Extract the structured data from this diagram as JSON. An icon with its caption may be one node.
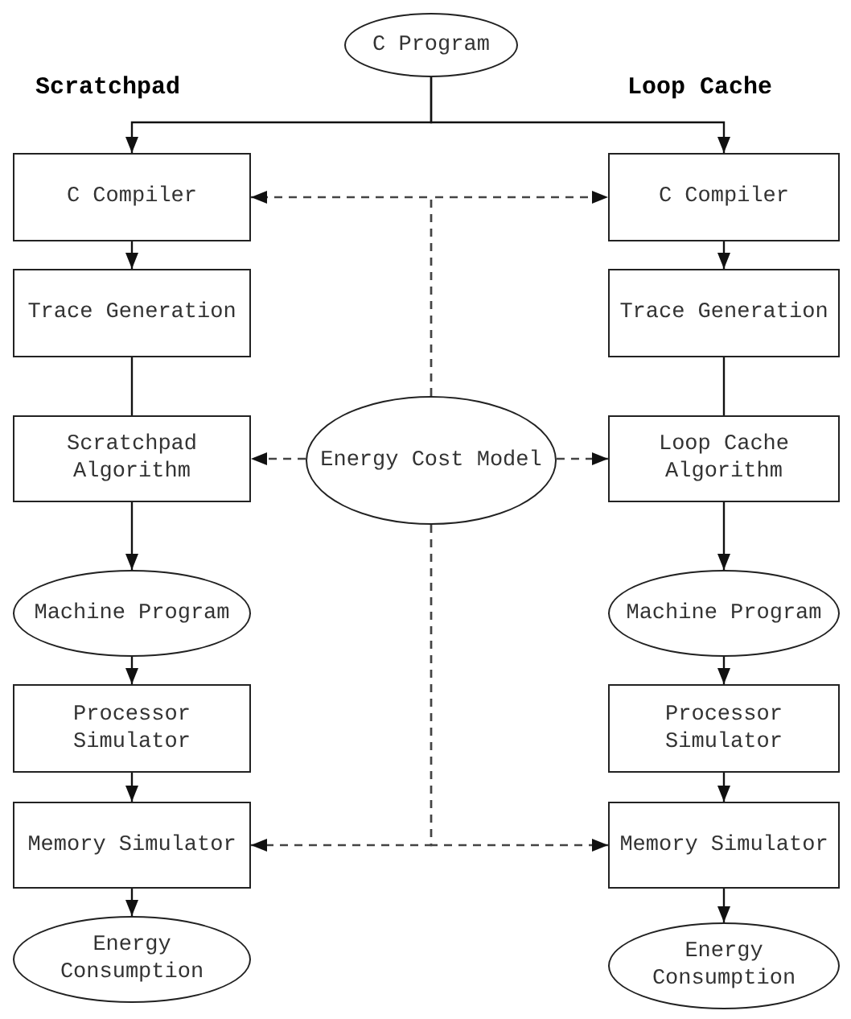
{
  "diagram": {
    "nodes": [
      {
        "text": [
          "C Program"
        ]
      },
      {
        "text": [
          "C Compiler"
        ]
      },
      {
        "text": [
          "Trace Generation"
        ]
      },
      {
        "text": [
          "Scratchpad Algorithm"
        ]
      },
      {
        "text": [
          "Machine Program"
        ]
      },
      {
        "text": [
          "Processor Simulator"
        ]
      },
      {
        "text": [
          "Memory Simulator"
        ]
      },
      {
        "text": [
          "Energy Consumption"
        ]
      },
      {
        "text": [
          "Energy Cost Model"
        ]
      },
      {
        "text": [
          "C Compiler"
        ]
      },
      {
        "text": [
          "Trace Generation"
        ]
      },
      {
        "text": [
          "Loop Cache Algorithm"
        ]
      },
      {
        "text": [
          "Machine Program"
        ]
      },
      {
        "text": [
          "Processor Simulator"
        ]
      },
      {
        "text": [
          "Memory Simulator"
        ]
      },
      {
        "text": [
          "Energy Consumption"
        ]
      }
    ],
    "edges": [
      {
        "from": 0,
        "to": 1,
        "arrow": "to"
      },
      {
        "from": 0,
        "to": 9,
        "arrow": "to"
      },
      {
        "from": 1,
        "to": 2,
        "arrow": "to"
      },
      {
        "from": 2,
        "to": 3,
        "arrow": "none"
      },
      {
        "from": 3,
        "to": 4,
        "arrow": "to"
      },
      {
        "from": 4,
        "to": 5,
        "arrow": "to"
      },
      {
        "from": 5,
        "to": 6,
        "arrow": "to"
      },
      {
        "from": 6,
        "to": 7,
        "arrow": "to"
      },
      {
        "from": 9,
        "to": 10,
        "arrow": "to"
      },
      {
        "from": 10,
        "to": 11,
        "arrow": "none"
      },
      {
        "from": 11,
        "to": 12,
        "arrow": "to"
      },
      {
        "from": 12,
        "to": 13,
        "arrow": "to"
      },
      {
        "from": 13,
        "to": 14,
        "arrow": "to"
      },
      {
        "from": 14,
        "to": 15,
        "arrow": "to"
      },
      {
        "from": 8,
        "to": 1,
        "arrow": "to",
        "style": "dashed"
      },
      {
        "from": 8,
        "to": 9,
        "arrow": "to",
        "style": "dashed"
      },
      {
        "from": 8,
        "to": 3,
        "arrow": "to",
        "style": "dashed"
      },
      {
        "from": 8,
        "to": 11,
        "arrow": "to",
        "style": "dashed"
      },
      {
        "from": 8,
        "to": 6,
        "arrow": "to",
        "style": "dashed"
      },
      {
        "from": 8,
        "to": 14,
        "arrow": "to",
        "style": "dashed"
      }
    ],
    "labels": [
      "Scratchpad",
      "Loop Cache"
    ]
  }
}
